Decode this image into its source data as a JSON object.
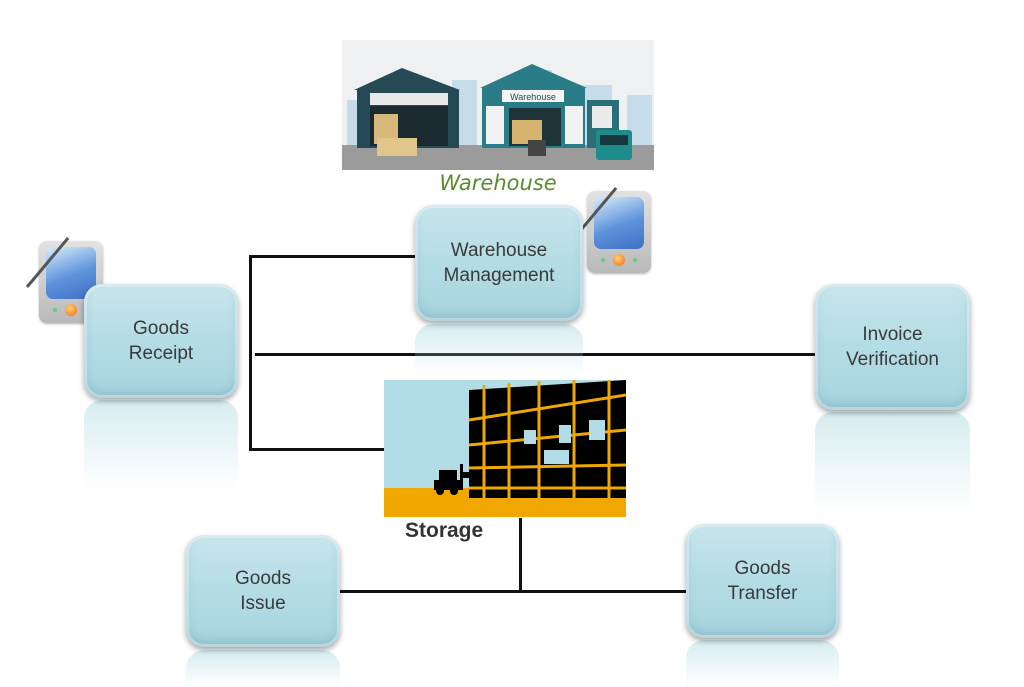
{
  "diagram": {
    "warehouse_image": {
      "sign_text": "Warehouse",
      "caption": "Warehouse"
    },
    "storage_image": {
      "caption": "Storage"
    },
    "nodes": [
      {
        "id": "goods-receipt",
        "lines": [
          "Goods",
          "Receipt"
        ]
      },
      {
        "id": "warehouse-management",
        "lines": [
          "Warehouse",
          "Management"
        ]
      },
      {
        "id": "invoice-verification",
        "lines": [
          "Invoice",
          "Verification"
        ]
      },
      {
        "id": "goods-issue",
        "lines": [
          "Goods",
          "Issue"
        ]
      },
      {
        "id": "goods-transfer",
        "lines": [
          "Goods",
          "Transfer"
        ]
      }
    ],
    "edges": [
      {
        "from": "goods-receipt",
        "to": "warehouse-management"
      },
      {
        "from": "goods-receipt",
        "to": "invoice-verification"
      },
      {
        "from": "goods-receipt",
        "to": "storage"
      },
      {
        "from": "storage",
        "to": "goods-issue"
      },
      {
        "from": "storage",
        "to": "goods-transfer"
      }
    ],
    "colors": {
      "box": "#b4dce5",
      "text": "#3a3a3a",
      "caption_green": "#5a8a2e",
      "storage_yellow": "#f0a800",
      "storage_sky": "#b3dde6"
    }
  }
}
